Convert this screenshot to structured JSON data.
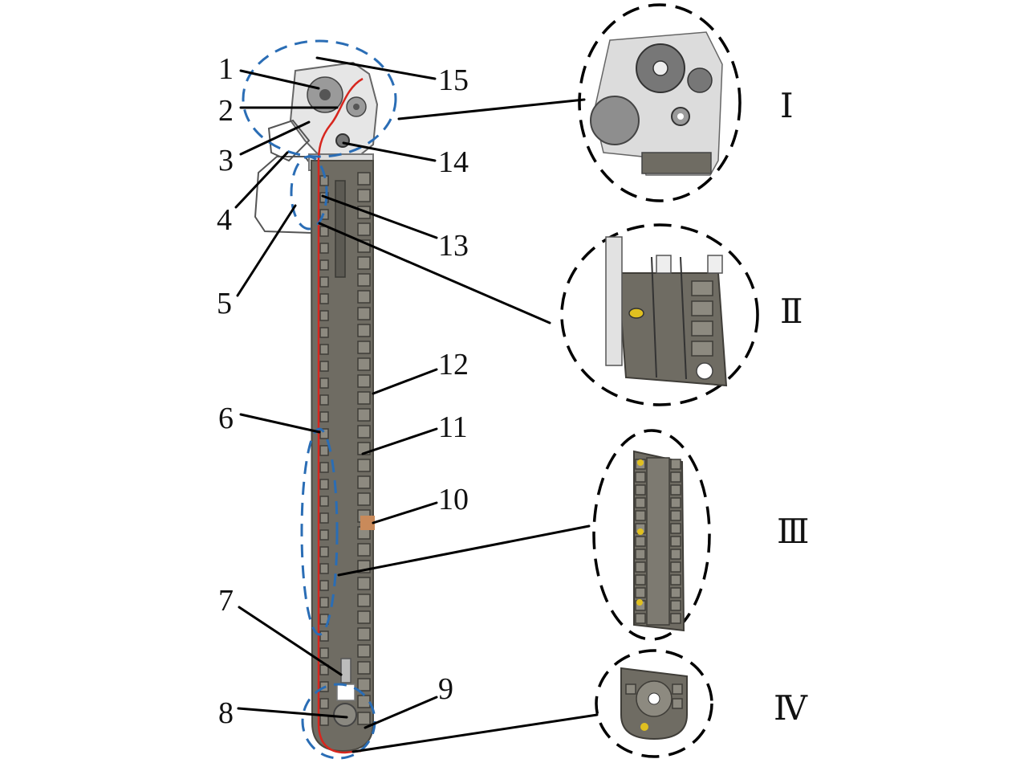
{
  "callouts": {
    "c1": "1",
    "c2": "2",
    "c3": "3",
    "c4": "4",
    "c5": "5",
    "c6": "6",
    "c7": "7",
    "c8": "8",
    "c9": "9",
    "c10": "10",
    "c11": "11",
    "c12": "12",
    "c13": "13",
    "c14": "14",
    "c15": "15"
  },
  "details": {
    "d1": "Ⅰ",
    "d2": "Ⅱ",
    "d3": "Ⅲ",
    "d4": "Ⅳ"
  },
  "colors": {
    "highlight_circle": "#2a6db5",
    "cable": "#d7261e",
    "rail": "#6f6c63",
    "slider": "#c98a5a"
  }
}
